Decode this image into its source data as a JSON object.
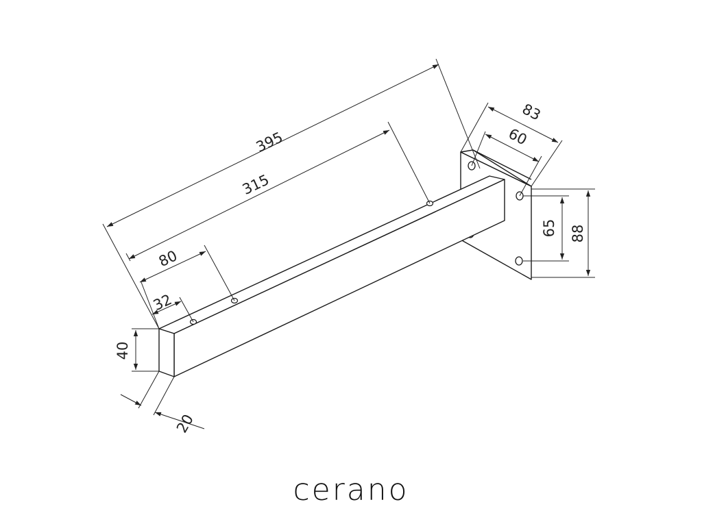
{
  "brand": "cerano",
  "dimensions": {
    "d395": "395",
    "d315": "315",
    "d80": "80",
    "d32": "32",
    "d40": "40",
    "d20": "20",
    "d83": "83",
    "d60": "60",
    "d65": "65",
    "d88": "88"
  }
}
